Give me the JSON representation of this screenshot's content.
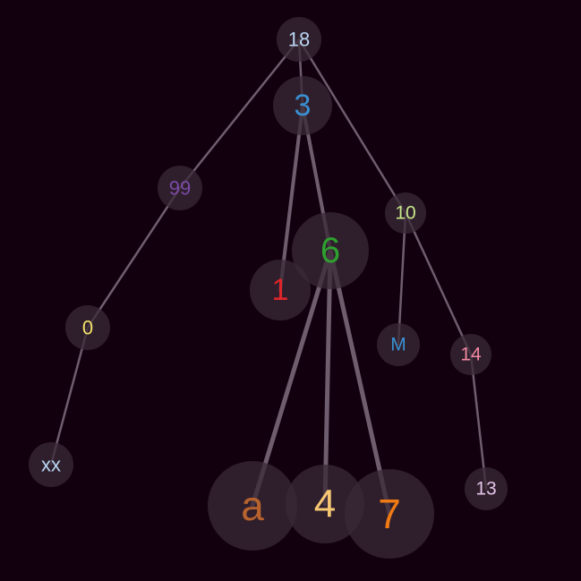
{
  "nodes": [
    {
      "id": "n18",
      "label": "18",
      "color": "#b9d6f2"
    },
    {
      "id": "n3",
      "label": "3",
      "color": "#3a8fd0"
    },
    {
      "id": "n99",
      "label": "99",
      "color": "#7a4aa6"
    },
    {
      "id": "n10",
      "label": "10",
      "color": "#c7e88a"
    },
    {
      "id": "n6",
      "label": "6",
      "color": "#2ea12e"
    },
    {
      "id": "n1",
      "label": "1",
      "color": "#e0252a"
    },
    {
      "id": "n0",
      "label": "0",
      "color": "#f2e06a"
    },
    {
      "id": "nM",
      "label": "M",
      "color": "#3a8fd0"
    },
    {
      "id": "n14",
      "label": "14",
      "color": "#f08aa0"
    },
    {
      "id": "nxx",
      "label": "xx",
      "color": "#b9d6f2"
    },
    {
      "id": "na",
      "label": "a",
      "color": "#b8632e"
    },
    {
      "id": "n4",
      "label": "4",
      "color": "#f7c873"
    },
    {
      "id": "n7",
      "label": "7",
      "color": "#f07a14"
    },
    {
      "id": "n13",
      "label": "13",
      "color": "#e3c3e6"
    }
  ],
  "edges": [
    {
      "from": "n18",
      "to": "n3"
    },
    {
      "from": "n18",
      "to": "n99"
    },
    {
      "from": "n18",
      "to": "n10"
    },
    {
      "from": "n3",
      "to": "n6"
    },
    {
      "from": "n3",
      "to": "n1"
    },
    {
      "from": "n99",
      "to": "n0"
    },
    {
      "from": "n0",
      "to": "nxx"
    },
    {
      "from": "n10",
      "to": "nM"
    },
    {
      "from": "n10",
      "to": "n14"
    },
    {
      "from": "n14",
      "to": "n13"
    },
    {
      "from": "n6",
      "to": "na"
    },
    {
      "from": "n6",
      "to": "n4"
    },
    {
      "from": "n6",
      "to": "n7"
    }
  ]
}
